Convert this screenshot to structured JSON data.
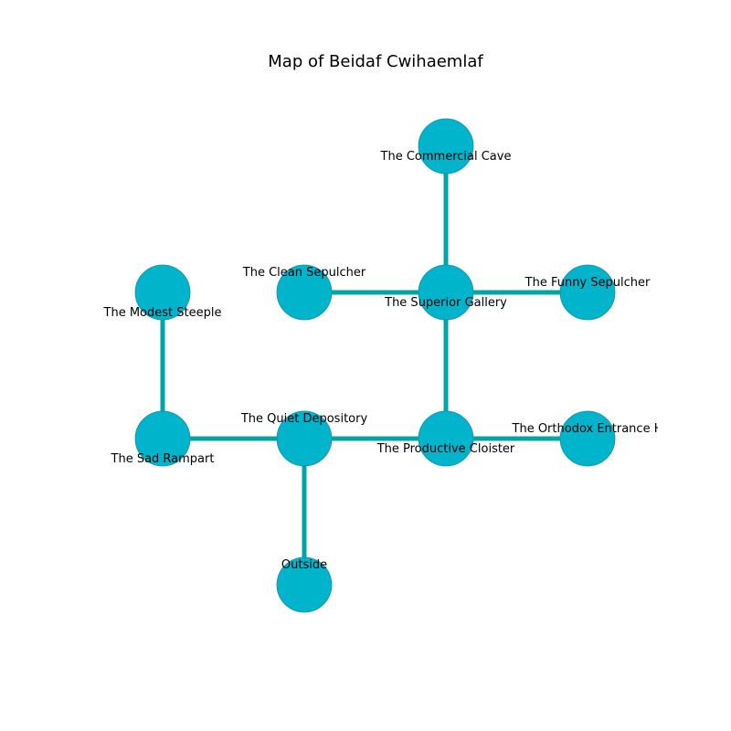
{
  "title": "Map of Beidaf Cwihaemlaf",
  "colors": {
    "node_fill": "#00b4cc",
    "node_stroke": "#1a8fa0",
    "edge": "#00a5a8",
    "background": "#ffffff"
  },
  "nodes": [
    {
      "id": "commercial-cave",
      "label": "The Commercial Cave"
    },
    {
      "id": "clean-sepulcher",
      "label": "The Clean Sepulcher"
    },
    {
      "id": "superior-gallery",
      "label": "The Superior Gallery"
    },
    {
      "id": "funny-sepulcher",
      "label": "The Funny Sepulcher"
    },
    {
      "id": "modest-steeple",
      "label": "The Modest Steeple"
    },
    {
      "id": "sad-rampart",
      "label": "The Sad Rampart"
    },
    {
      "id": "quiet-depository",
      "label": "The Quiet Depository"
    },
    {
      "id": "productive-cloister",
      "label": "The Productive Cloister"
    },
    {
      "id": "orthodox-entrance",
      "label": "The Orthodox Entrance H"
    },
    {
      "id": "outside",
      "label": "Outside"
    }
  ],
  "edges": [
    [
      "commercial-cave",
      "superior-gallery"
    ],
    [
      "clean-sepulcher",
      "superior-gallery"
    ],
    [
      "superior-gallery",
      "funny-sepulcher"
    ],
    [
      "superior-gallery",
      "productive-cloister"
    ],
    [
      "modest-steeple",
      "sad-rampart"
    ],
    [
      "sad-rampart",
      "quiet-depository"
    ],
    [
      "quiet-depository",
      "productive-cloister"
    ],
    [
      "productive-cloister",
      "orthodox-entrance"
    ],
    [
      "quiet-depository",
      "outside"
    ]
  ]
}
